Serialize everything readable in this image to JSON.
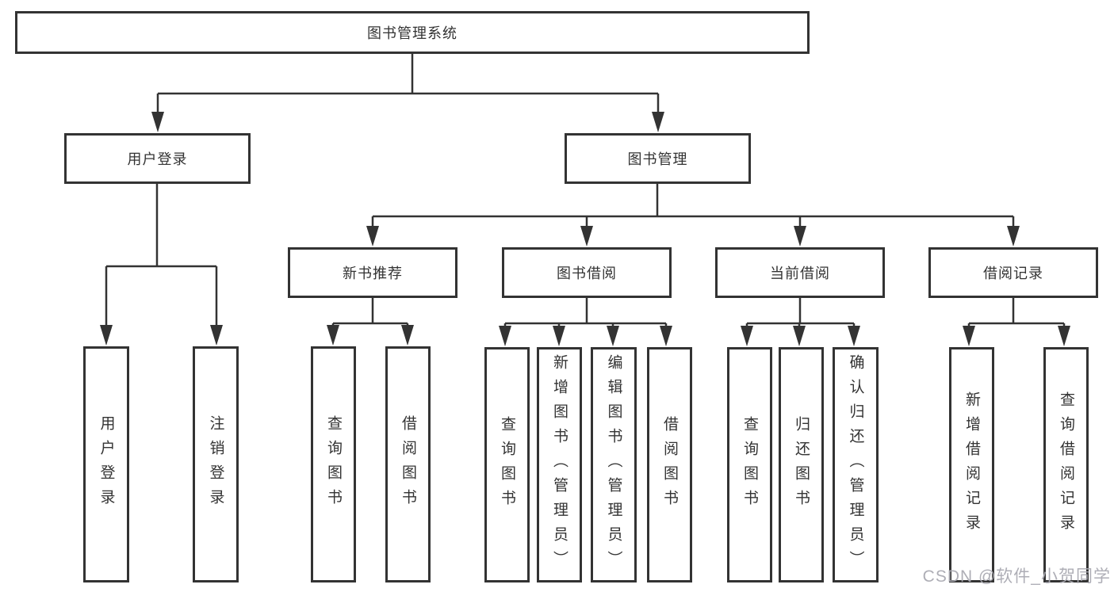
{
  "tree": {
    "label": "图书管理系统",
    "children": [
      {
        "label": "用户登录",
        "children": [
          {
            "label": "用户登录"
          },
          {
            "label": "注销登录"
          }
        ]
      },
      {
        "label": "图书管理",
        "children": [
          {
            "label": "新书推荐",
            "children": [
              {
                "label": "查询图书"
              },
              {
                "label": "借阅图书"
              }
            ]
          },
          {
            "label": "图书借阅",
            "children": [
              {
                "label": "查询图书"
              },
              {
                "label": "新增图书（管理员）"
              },
              {
                "label": "编辑图书（管理员）"
              },
              {
                "label": "借阅图书"
              }
            ]
          },
          {
            "label": "当前借阅",
            "children": [
              {
                "label": "查询图书"
              },
              {
                "label": "归还图书"
              },
              {
                "label": "确认归还（管理员）"
              }
            ]
          },
          {
            "label": "借阅记录",
            "children": [
              {
                "label": "新增借阅记录"
              },
              {
                "label": "查询借阅记录"
              }
            ]
          }
        ]
      }
    ]
  },
  "watermark": {
    "text": "CSDN @软件_小贺同学"
  },
  "colors": {
    "line": "#333333",
    "text": "#333333",
    "background": "#ffffff",
    "watermark": "#aaaab2"
  }
}
